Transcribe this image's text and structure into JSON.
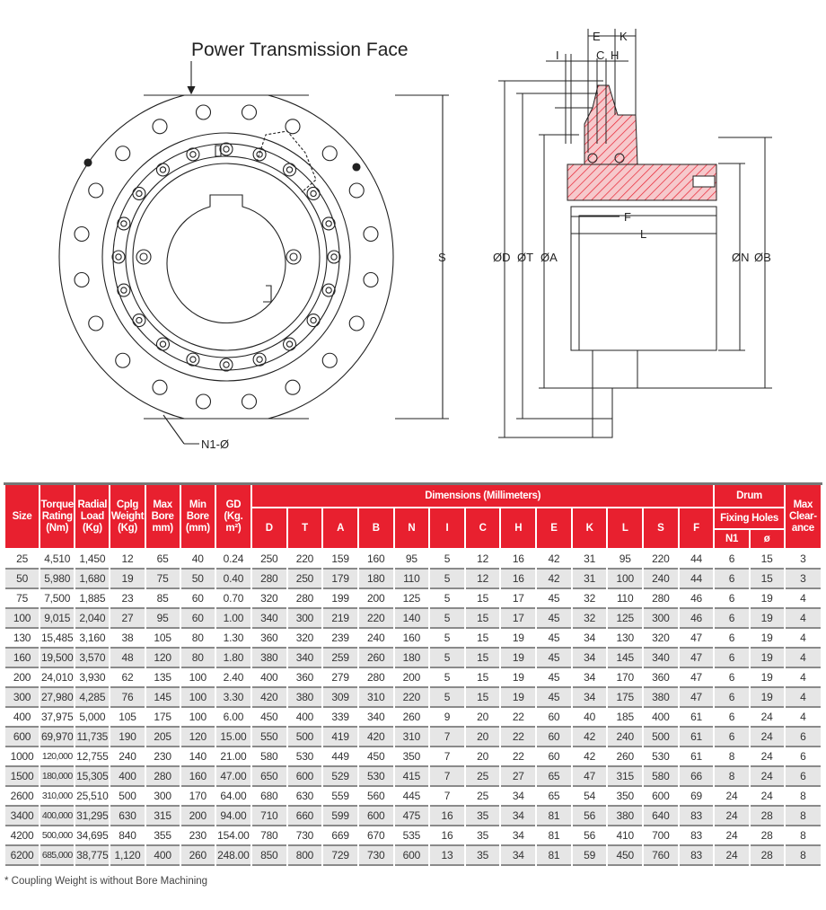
{
  "drawing": {
    "title": "Power Transmission Face",
    "labels": {
      "S": "S",
      "N1": "N1-Ø",
      "E": "E",
      "K": "K",
      "I": "I",
      "C": "C",
      "H": "H",
      "F": "F",
      "L": "L",
      "D": "ØD",
      "T": "ØT",
      "A": "ØA",
      "N": "ØN",
      "B": "ØB"
    },
    "section_color": "#e8202f"
  },
  "table": {
    "accent": "#e8202f",
    "headers": {
      "size": "Size",
      "torque": "Torque Rating (Nm)",
      "radial": "Radial Load (Kg)",
      "weight": "Cplg Weight (Kg)",
      "max_bore": "Max Bore mm)",
      "min_bore": "Min Bore (mm)",
      "gd": "GD (Kg. m²)",
      "dimensions": "Dimensions (Millimeters)",
      "dim_cols": [
        "D",
        "T",
        "A",
        "B",
        "N",
        "I",
        "C",
        "H",
        "E",
        "K",
        "L",
        "S",
        "F"
      ],
      "drum": "Drum",
      "fixing_holes": "Fixing Holes",
      "n1": "N1",
      "dia": "ø",
      "max_clearance": "Max Clear-ance"
    },
    "rows": [
      [
        "25",
        "4,510",
        "1,450",
        "12",
        "65",
        "40",
        "0.24",
        "250",
        "220",
        "159",
        "160",
        "95",
        "5",
        "12",
        "16",
        "42",
        "31",
        "95",
        "220",
        "44",
        "6",
        "15",
        "3"
      ],
      [
        "50",
        "5,980",
        "1,680",
        "19",
        "75",
        "50",
        "0.40",
        "280",
        "250",
        "179",
        "180",
        "110",
        "5",
        "12",
        "16",
        "42",
        "31",
        "100",
        "240",
        "44",
        "6",
        "15",
        "3"
      ],
      [
        "75",
        "7,500",
        "1,885",
        "23",
        "85",
        "60",
        "0.70",
        "320",
        "280",
        "199",
        "200",
        "125",
        "5",
        "15",
        "17",
        "45",
        "32",
        "110",
        "280",
        "46",
        "6",
        "19",
        "4"
      ],
      [
        "100",
        "9,015",
        "2,040",
        "27",
        "95",
        "60",
        "1.00",
        "340",
        "300",
        "219",
        "220",
        "140",
        "5",
        "15",
        "17",
        "45",
        "32",
        "125",
        "300",
        "46",
        "6",
        "19",
        "4"
      ],
      [
        "130",
        "15,485",
        "3,160",
        "38",
        "105",
        "80",
        "1.30",
        "360",
        "320",
        "239",
        "240",
        "160",
        "5",
        "15",
        "19",
        "45",
        "34",
        "130",
        "320",
        "47",
        "6",
        "19",
        "4"
      ],
      [
        "160",
        "19,500",
        "3,570",
        "48",
        "120",
        "80",
        "1.80",
        "380",
        "340",
        "259",
        "260",
        "180",
        "5",
        "15",
        "19",
        "45",
        "34",
        "145",
        "340",
        "47",
        "6",
        "19",
        "4"
      ],
      [
        "200",
        "24,010",
        "3,930",
        "62",
        "135",
        "100",
        "2.40",
        "400",
        "360",
        "279",
        "280",
        "200",
        "5",
        "15",
        "19",
        "45",
        "34",
        "170",
        "360",
        "47",
        "6",
        "19",
        "4"
      ],
      [
        "300",
        "27,980",
        "4,285",
        "76",
        "145",
        "100",
        "3.30",
        "420",
        "380",
        "309",
        "310",
        "220",
        "5",
        "15",
        "19",
        "45",
        "34",
        "175",
        "380",
        "47",
        "6",
        "19",
        "4"
      ],
      [
        "400",
        "37,975",
        "5,000",
        "105",
        "175",
        "100",
        "6.00",
        "450",
        "400",
        "339",
        "340",
        "260",
        "9",
        "20",
        "22",
        "60",
        "40",
        "185",
        "400",
        "61",
        "6",
        "24",
        "4"
      ],
      [
        "600",
        "69,970",
        "11,735",
        "190",
        "205",
        "120",
        "15.00",
        "550",
        "500",
        "419",
        "420",
        "310",
        "7",
        "20",
        "22",
        "60",
        "42",
        "240",
        "500",
        "61",
        "6",
        "24",
        "6"
      ],
      [
        "1000",
        "120,000",
        "12,755",
        "240",
        "230",
        "140",
        "21.00",
        "580",
        "530",
        "449",
        "450",
        "350",
        "7",
        "20",
        "22",
        "60",
        "42",
        "260",
        "530",
        "61",
        "8",
        "24",
        "6"
      ],
      [
        "1500",
        "180,000",
        "15,305",
        "400",
        "280",
        "160",
        "47.00",
        "650",
        "600",
        "529",
        "530",
        "415",
        "7",
        "25",
        "27",
        "65",
        "47",
        "315",
        "580",
        "66",
        "8",
        "24",
        "6"
      ],
      [
        "2600",
        "310,000",
        "25,510",
        "500",
        "300",
        "170",
        "64.00",
        "680",
        "630",
        "559",
        "560",
        "445",
        "7",
        "25",
        "34",
        "65",
        "54",
        "350",
        "600",
        "69",
        "24",
        "24",
        "8"
      ],
      [
        "3400",
        "400,000",
        "31,295",
        "630",
        "315",
        "200",
        "94.00",
        "710",
        "660",
        "599",
        "600",
        "475",
        "16",
        "35",
        "34",
        "81",
        "56",
        "380",
        "640",
        "83",
        "24",
        "28",
        "8"
      ],
      [
        "4200",
        "500,000",
        "34,695",
        "840",
        "355",
        "230",
        "154.00",
        "780",
        "730",
        "669",
        "670",
        "535",
        "16",
        "35",
        "34",
        "81",
        "56",
        "410",
        "700",
        "83",
        "24",
        "28",
        "8"
      ],
      [
        "6200",
        "685,000",
        "38,775",
        "1,120",
        "400",
        "260",
        "248.00",
        "850",
        "800",
        "729",
        "730",
        "600",
        "13",
        "35",
        "34",
        "81",
        "59",
        "450",
        "760",
        "83",
        "24",
        "28",
        "8"
      ]
    ],
    "footnote": "* Coupling Weight is without Bore Machining"
  }
}
